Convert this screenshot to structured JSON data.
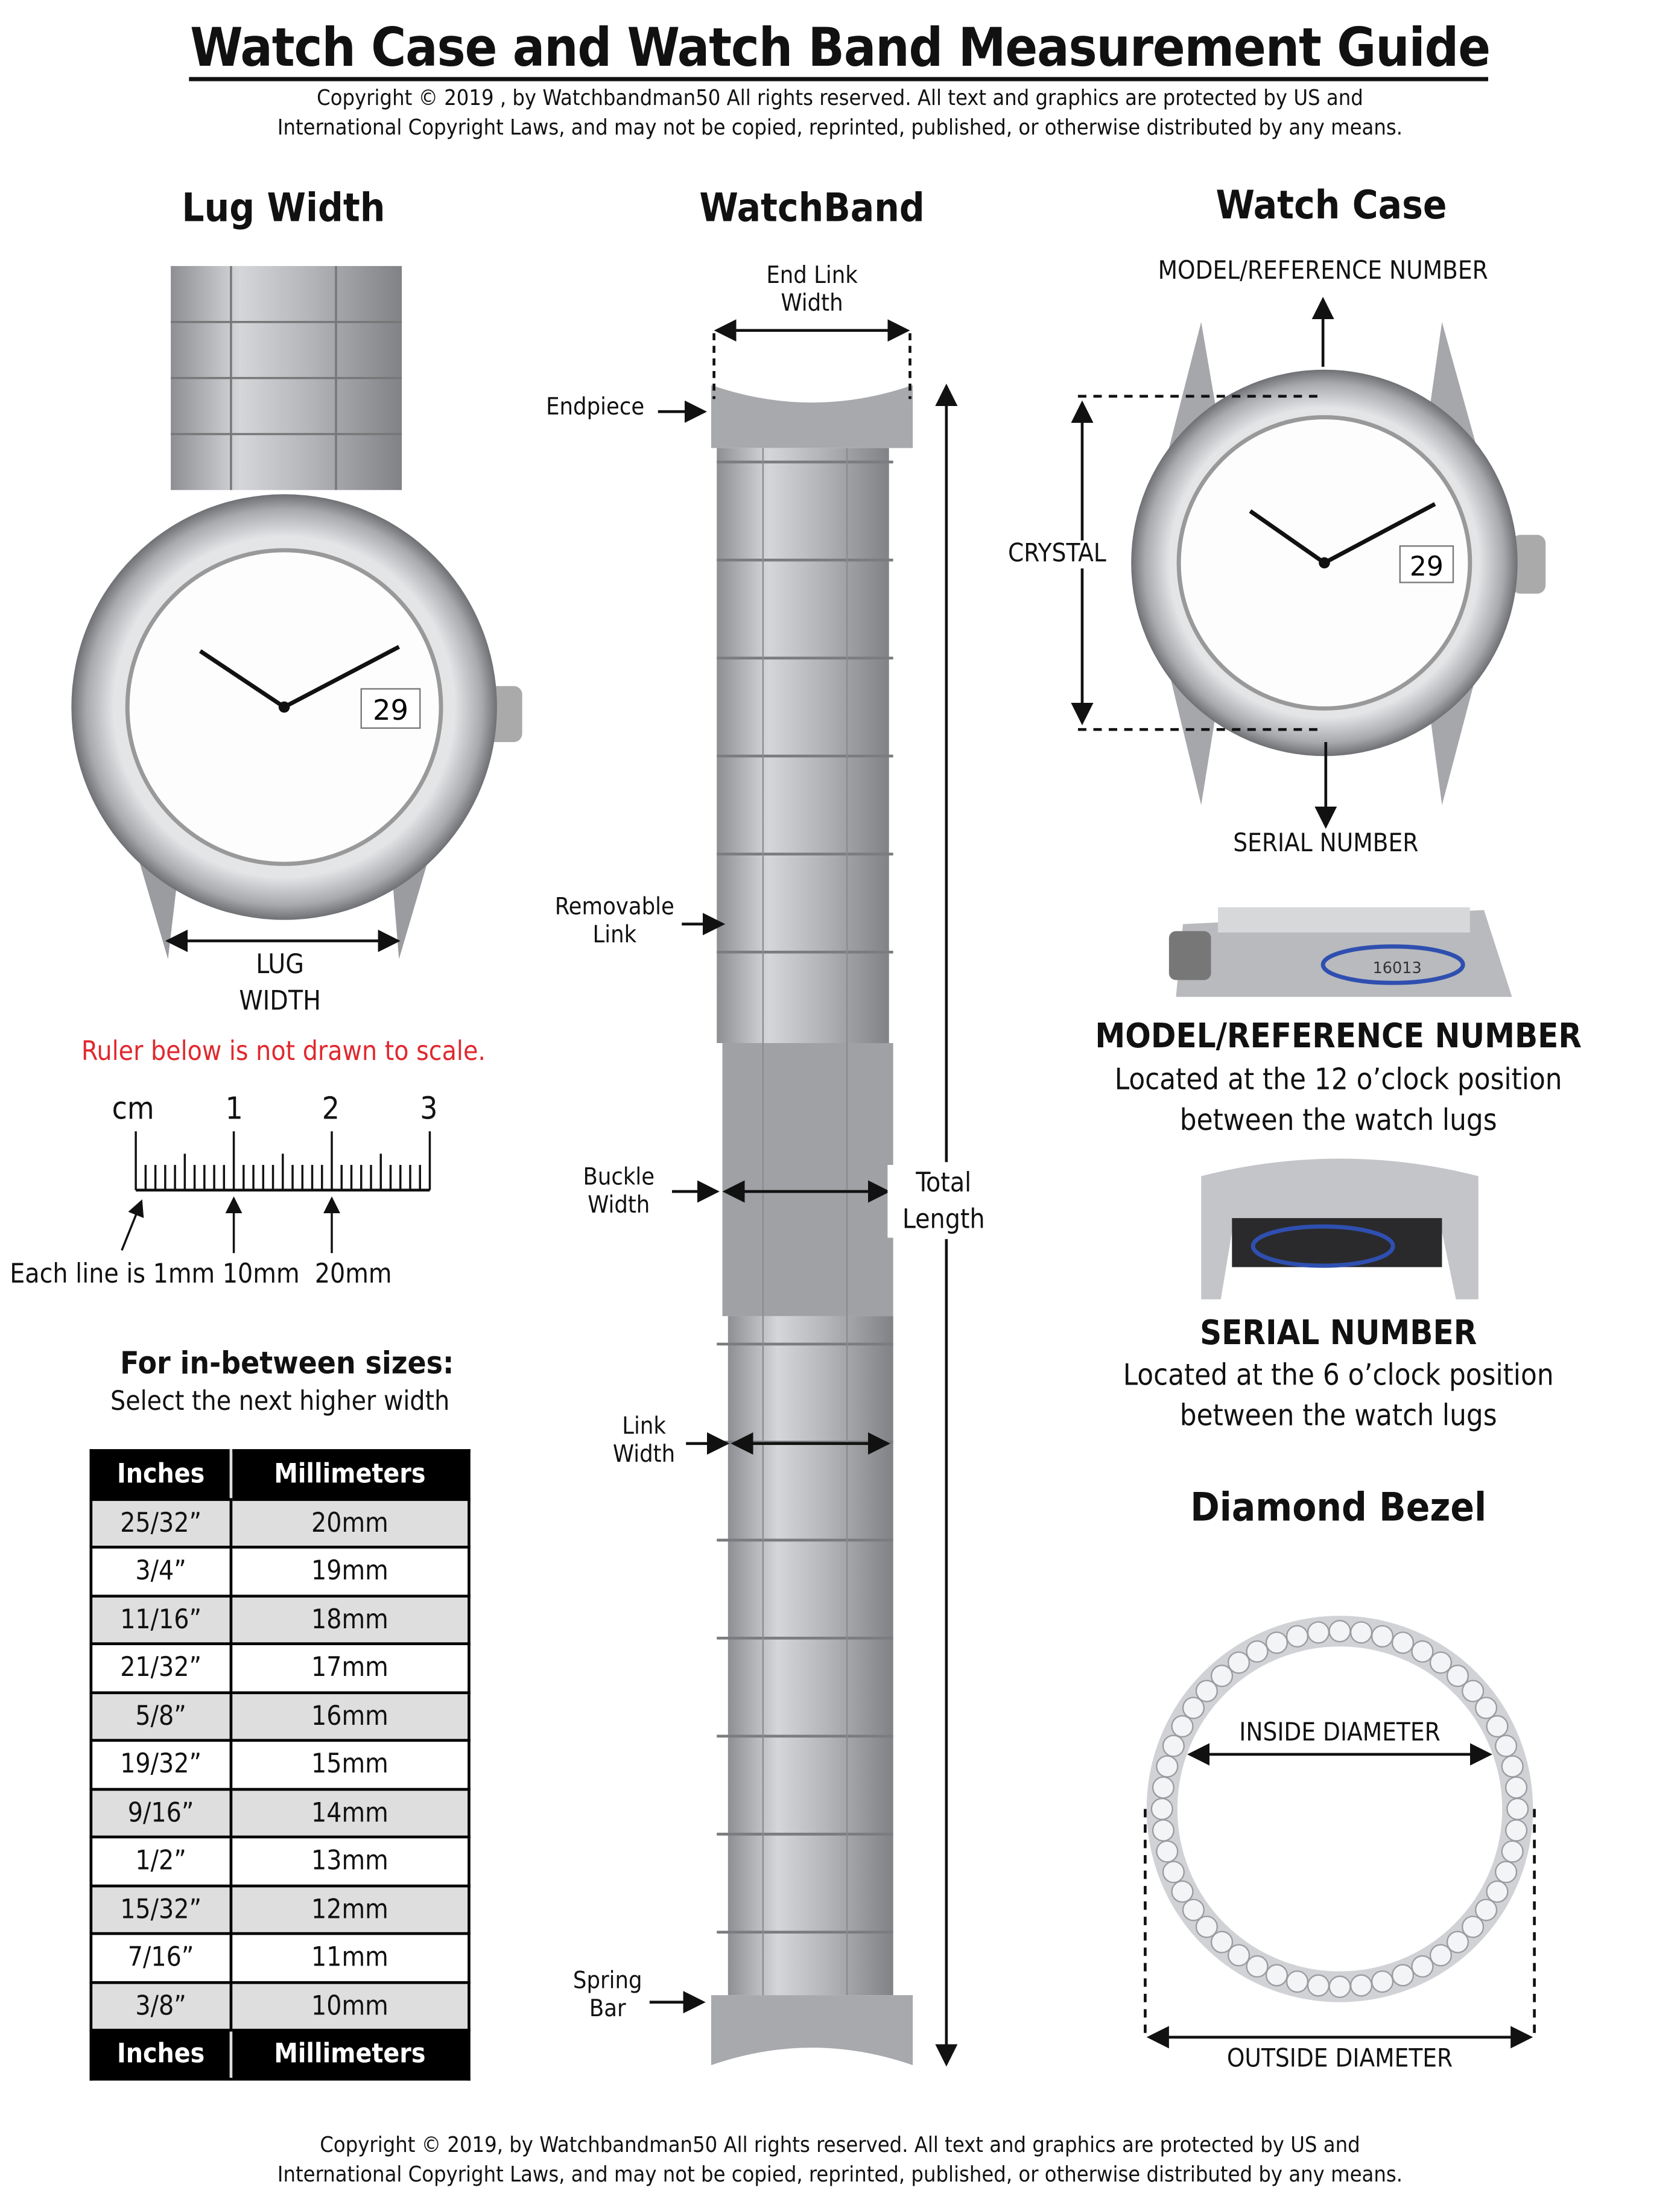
{
  "header": {
    "title": "Watch Case and Watch Band Measurement Guide",
    "copyright_line1": "Copyright © 2019 , by Watchbandman50 All rights reserved. All text and graphics are protected by US and",
    "copyright_line2": "International Copyright Laws, and may not be copied, reprinted, published, or otherwise distributed by any means."
  },
  "lug": {
    "heading": "Lug Width",
    "label1": "LUG",
    "label2": "WIDTH",
    "dial_date": "29"
  },
  "ruler": {
    "warning": "Ruler below is not drawn to scale.",
    "warning_color": "#e0282e",
    "ticks": [
      "cm",
      "1",
      "2",
      "3"
    ],
    "caption1": "Each line is 1mm",
    "caption2": "10mm",
    "caption3": "20mm"
  },
  "sizes": {
    "heading": "For in-between sizes:",
    "subheading": "Select the next higher width"
  },
  "table": {
    "headers": [
      "Inches",
      "Millimeters"
    ],
    "rows": [
      [
        "25/32”",
        "20mm"
      ],
      [
        "3/4”",
        "19mm"
      ],
      [
        "11/16”",
        "18mm"
      ],
      [
        "21/32”",
        "17mm"
      ],
      [
        "5/8”",
        "16mm"
      ],
      [
        "19/32”",
        "15mm"
      ],
      [
        "9/16”",
        "14mm"
      ],
      [
        "1/2”",
        "13mm"
      ],
      [
        "15/32”",
        "12mm"
      ],
      [
        "7/16”",
        "11mm"
      ],
      [
        "3/8”",
        "10mm"
      ]
    ]
  },
  "band": {
    "heading": "WatchBand",
    "end_link_1": "End Link",
    "end_link_2": "Width",
    "endpiece": "Endpiece",
    "removable_1": "Removable",
    "removable_2": "Link",
    "buckle_1": "Buckle",
    "buckle_2": "Width",
    "link_1": "Link",
    "link_2": "Width",
    "spring_1": "Spring",
    "spring_2": "Bar",
    "total_1": "Total",
    "total_2": "Length"
  },
  "case": {
    "heading": "Watch Case",
    "model_top": "MODEL/REFERENCE NUMBER",
    "crystal": "CRYSTAL",
    "serial_bottom": "SERIAL NUMBER",
    "dial_date": "29",
    "model_title": "MODEL/REFERENCE NUMBER",
    "model_desc1": "Located at the 12 o’clock position",
    "model_desc2": "between the watch lugs",
    "serial_title": "SERIAL NUMBER",
    "serial_desc1": "Located at the 6 o’clock position",
    "serial_desc2": "between the watch lugs",
    "engraving_model": "16013"
  },
  "bezel": {
    "heading": "Diamond Bezel",
    "inside": "INSIDE DIAMETER",
    "outside": "OUTSIDE DIAMETER"
  },
  "footer": {
    "copyright_line1": "Copyright © 2019, by Watchbandman50 All rights reserved. All text and graphics are protected by US and",
    "copyright_line2": "International Copyright Laws, and may not be copied, reprinted, published, or otherwise distributed by any means."
  }
}
